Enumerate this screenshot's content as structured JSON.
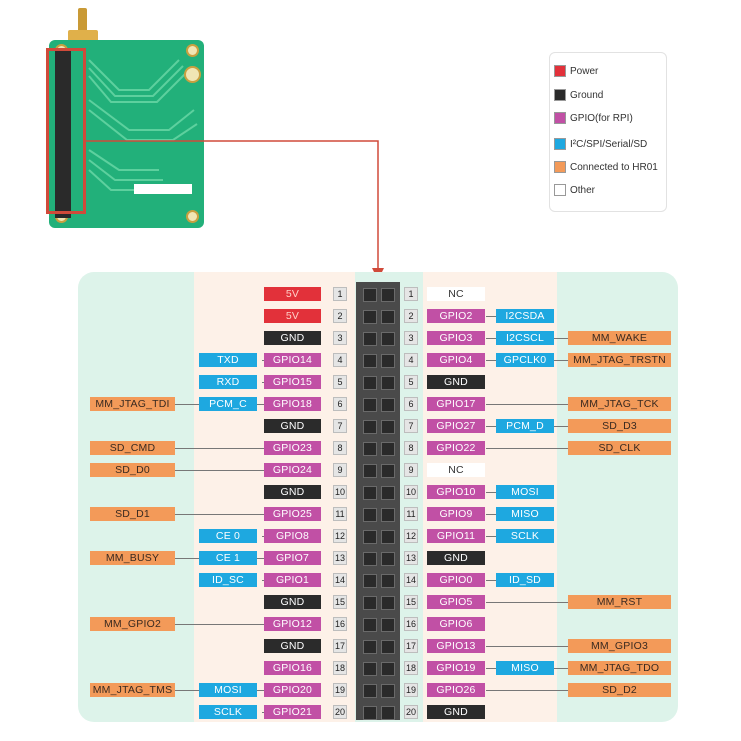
{
  "legend": {
    "items": [
      {
        "label": "Power",
        "color": "#e2313a"
      },
      {
        "label": "Ground",
        "color": "#2b2b2b"
      },
      {
        "label": "GPIO(for RPI)",
        "color": "#c150a5"
      },
      {
        "label": "I²C/SPI/Serial/SD",
        "color": "#1ea8e0"
      },
      {
        "label": "Connected to HR01",
        "color": "#f39a59"
      },
      {
        "label": "Other",
        "color": "#ffffff"
      }
    ]
  },
  "colors": {
    "power": "#e2313a",
    "ground": "#2b2b2b",
    "gpio": "#c150a5",
    "bus": "#1ea8e0",
    "hr01": "#f39a59",
    "other": "#ffffff",
    "pointer_line": "#d04a3a",
    "board": "#22b07a"
  },
  "left_rows": [
    {
      "num": "1",
      "main": "5V",
      "main_type": "power",
      "func": "",
      "ext": ""
    },
    {
      "num": "2",
      "main": "5V",
      "main_type": "power",
      "func": "",
      "ext": ""
    },
    {
      "num": "3",
      "main": "GND",
      "main_type": "ground",
      "func": "",
      "ext": ""
    },
    {
      "num": "4",
      "main": "GPIO14",
      "main_type": "gpio",
      "func": "TXD",
      "ext": ""
    },
    {
      "num": "5",
      "main": "GPIO15",
      "main_type": "gpio",
      "func": "RXD",
      "ext": ""
    },
    {
      "num": "6",
      "main": "GPIO18",
      "main_type": "gpio",
      "func": "PCM_C",
      "ext": "MM_JTAG_TDI"
    },
    {
      "num": "7",
      "main": "GND",
      "main_type": "ground",
      "func": "",
      "ext": ""
    },
    {
      "num": "8",
      "main": "GPIO23",
      "main_type": "gpio",
      "func": "",
      "ext": "SD_CMD"
    },
    {
      "num": "9",
      "main": "GPIO24",
      "main_type": "gpio",
      "func": "",
      "ext": "SD_D0"
    },
    {
      "num": "10",
      "main": "GND",
      "main_type": "ground",
      "func": "",
      "ext": ""
    },
    {
      "num": "11",
      "main": "GPIO25",
      "main_type": "gpio",
      "func": "",
      "ext": "SD_D1"
    },
    {
      "num": "12",
      "main": "GPIO8",
      "main_type": "gpio",
      "func": "CE 0",
      "ext": ""
    },
    {
      "num": "13",
      "main": "GPIO7",
      "main_type": "gpio",
      "func": "CE 1",
      "ext": "MM_BUSY"
    },
    {
      "num": "14",
      "main": "GPIO1",
      "main_type": "gpio",
      "func": "ID_SC",
      "ext": ""
    },
    {
      "num": "15",
      "main": "GND",
      "main_type": "ground",
      "func": "",
      "ext": ""
    },
    {
      "num": "16",
      "main": "GPIO12",
      "main_type": "gpio",
      "func": "",
      "ext": "MM_GPIO2"
    },
    {
      "num": "17",
      "main": "GND",
      "main_type": "ground",
      "func": "",
      "ext": ""
    },
    {
      "num": "18",
      "main": "GPIO16",
      "main_type": "gpio",
      "func": "",
      "ext": ""
    },
    {
      "num": "19",
      "main": "GPIO20",
      "main_type": "gpio",
      "func": "MOSI",
      "ext": "MM_JTAG_TMS"
    },
    {
      "num": "20",
      "main": "GPIO21",
      "main_type": "gpio",
      "func": "SCLK",
      "ext": ""
    }
  ],
  "right_rows": [
    {
      "num": "1",
      "main": "NC",
      "main_type": "other",
      "func": "",
      "ext": ""
    },
    {
      "num": "2",
      "main": "GPIO2",
      "main_type": "gpio",
      "func": "I2CSDA",
      "ext": ""
    },
    {
      "num": "3",
      "main": "GPIO3",
      "main_type": "gpio",
      "func": "I2CSCL",
      "ext": "MM_WAKE"
    },
    {
      "num": "4",
      "main": "GPIO4",
      "main_type": "gpio",
      "func": "GPCLK0",
      "ext": "MM_JTAG_TRSTN"
    },
    {
      "num": "5",
      "main": "GND",
      "main_type": "ground",
      "func": "",
      "ext": ""
    },
    {
      "num": "6",
      "main": "GPIO17",
      "main_type": "gpio",
      "func": "",
      "ext": "MM_JTAG_TCK"
    },
    {
      "num": "7",
      "main": "GPIO27",
      "main_type": "gpio",
      "func": "PCM_D",
      "ext": "SD_D3"
    },
    {
      "num": "8",
      "main": "GPIO22",
      "main_type": "gpio",
      "func": "",
      "ext": "SD_CLK"
    },
    {
      "num": "9",
      "main": "NC",
      "main_type": "other",
      "func": "",
      "ext": ""
    },
    {
      "num": "10",
      "main": "GPIO10",
      "main_type": "gpio",
      "func": "MOSI",
      "ext": ""
    },
    {
      "num": "11",
      "main": "GPIO9",
      "main_type": "gpio",
      "func": "MISO",
      "ext": ""
    },
    {
      "num": "12",
      "main": "GPIO11",
      "main_type": "gpio",
      "func": "SCLK",
      "ext": ""
    },
    {
      "num": "13",
      "main": "GND",
      "main_type": "ground",
      "func": "",
      "ext": ""
    },
    {
      "num": "14",
      "main": "GPIO0",
      "main_type": "gpio",
      "func": "ID_SD",
      "ext": ""
    },
    {
      "num": "15",
      "main": "GPIO5",
      "main_type": "gpio",
      "func": "",
      "ext": "MM_RST"
    },
    {
      "num": "16",
      "main": "GPIO6",
      "main_type": "gpio",
      "func": "",
      "ext": ""
    },
    {
      "num": "17",
      "main": "GPIO13",
      "main_type": "gpio",
      "func": "",
      "ext": "MM_GPIO3"
    },
    {
      "num": "18",
      "main": "GPIO19",
      "main_type": "gpio",
      "func": "MISO",
      "ext": "MM_JTAG_TDO"
    },
    {
      "num": "19",
      "main": "GPIO26",
      "main_type": "gpio",
      "func": "",
      "ext": "SD_D2"
    },
    {
      "num": "20",
      "main": "GND",
      "main_type": "ground",
      "func": "",
      "ext": ""
    }
  ]
}
